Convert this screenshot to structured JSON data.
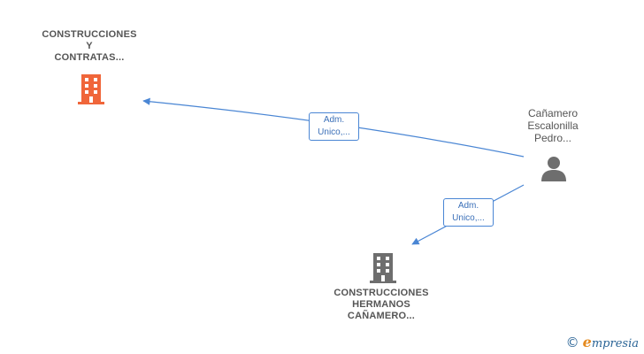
{
  "nodes": {
    "company_top": {
      "lines": [
        "CONSTRUCCIONES",
        "Y",
        "CONTRATAS..."
      ],
      "color": "#f0663a"
    },
    "company_bottom": {
      "lines": [
        "CONSTRUCCIONES",
        "HERMANOS",
        "CAÑAMERO..."
      ],
      "color": "#6e6e6e"
    },
    "person": {
      "lines": [
        "Cañamero",
        "Escalonilla",
        "Pedro..."
      ],
      "color": "#6e6e6e"
    }
  },
  "edges": [
    {
      "from": "person",
      "to": "company_top",
      "label_lines": [
        "Adm.",
        "Unico,..."
      ]
    },
    {
      "from": "person",
      "to": "company_bottom",
      "label_lines": [
        "Adm.",
        "Unico,..."
      ]
    }
  ],
  "colors": {
    "edge": "#4a86d4"
  },
  "branding": {
    "copyright_symbol": "©",
    "initial": "e",
    "rest": "mpresia"
  }
}
